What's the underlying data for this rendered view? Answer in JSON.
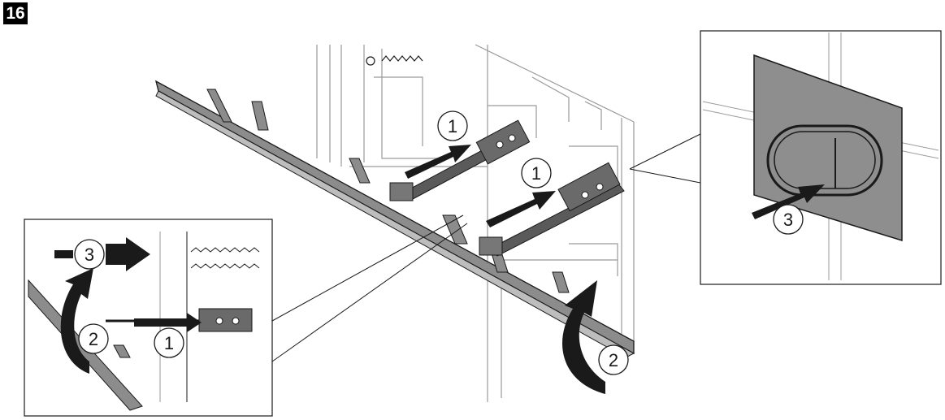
{
  "step_number": "16",
  "callouts": {
    "main_push_upper": "1",
    "main_push_lower": "1",
    "main_rotate": "2",
    "detail_push": "1",
    "detail_rotate": "2",
    "detail_slide": "3",
    "plate_press": "3"
  },
  "colors": {
    "line": "#1a1a1a",
    "faint_line": "#9a9a9a",
    "panel_fill": "#8c8c8c",
    "plate_fill": "#8e8e8e",
    "rod_fill": "#5a5a5a",
    "arrow_fill": "#1a1a1a"
  },
  "icons": [
    "push-arrow-icon",
    "rotate-arrow-icon",
    "flush-plate-icon",
    "actuator-rod-icon"
  ]
}
